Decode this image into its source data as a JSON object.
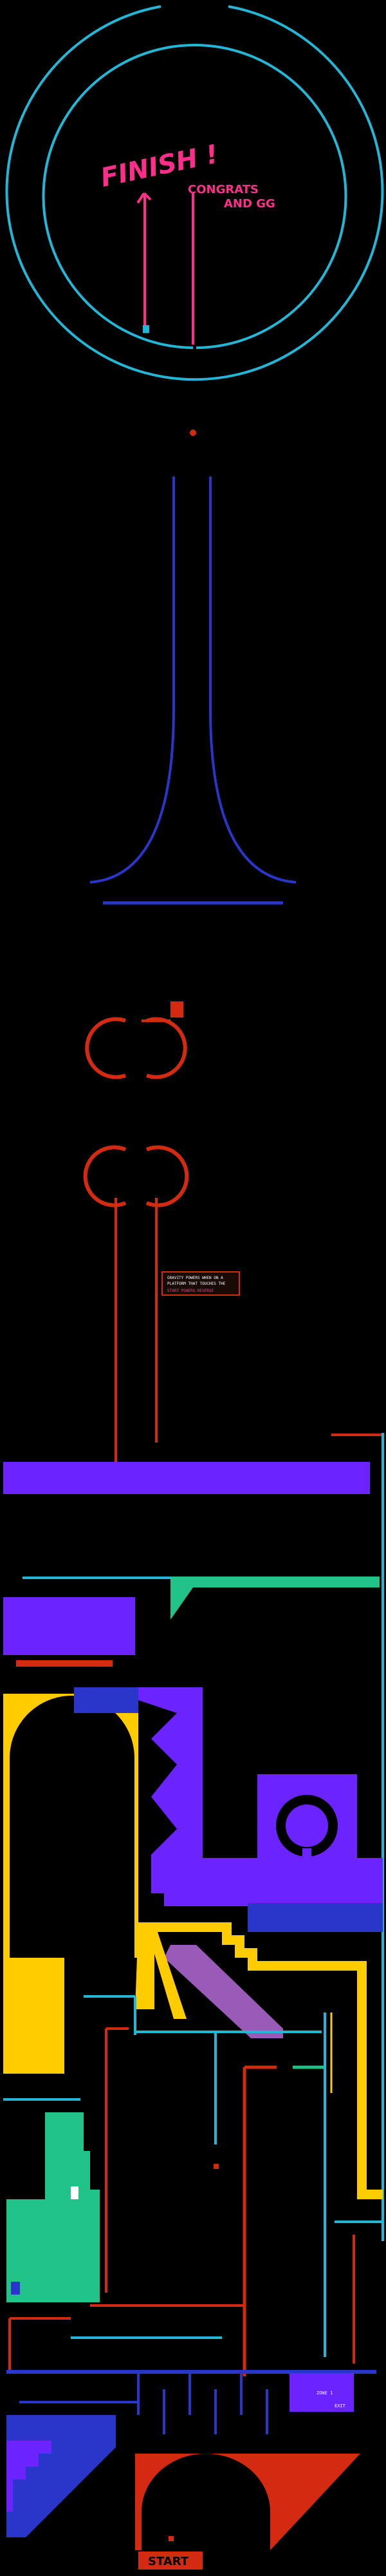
{
  "game": {
    "title_finish": "FINISH !",
    "congrats_line1": "CONGRATS",
    "congrats_line2": "AND GG",
    "start_label": "START",
    "sign_text_1": "GRAVITY POWERS WHEN ON A",
    "sign_text_2": "PLATFORM THAT TOUCHES THE",
    "sign_text_3": "START POWERS REVERSE",
    "small_label_1": "ZONE 1",
    "small_label_2": "EXIT"
  },
  "colors": {
    "cyan": "#22b7d6",
    "pink": "#ff2e8a",
    "blue": "#2a35c9",
    "red": "#d42a12",
    "purple": "#6b24ff",
    "yellow": "#ffcc00",
    "green": "#22c38a",
    "lavender": "#9a5ab8"
  }
}
